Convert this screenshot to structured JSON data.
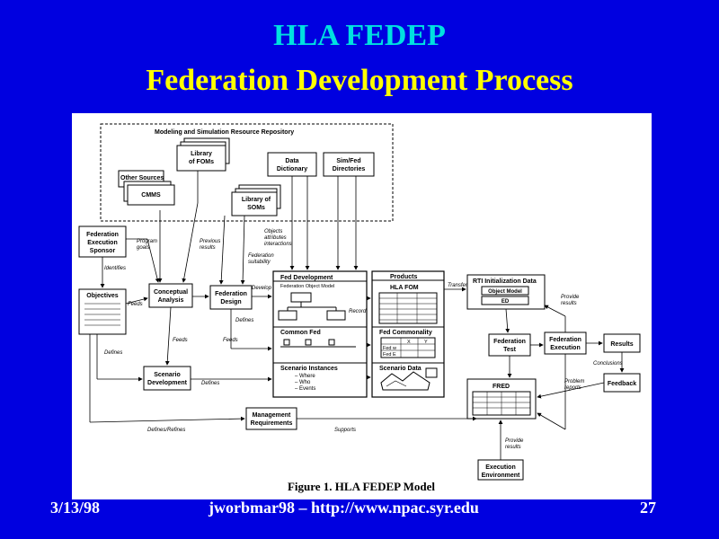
{
  "slide": {
    "title_line1": "HLA FEDEP",
    "title_line2": "Federation Development Process",
    "footer_date": "3/13/98",
    "footer_author": "jworbmar98 – http://www.npac.syr.edu",
    "footer_page": "27"
  },
  "figure": {
    "caption": "Figure 1. HLA FEDEP Model",
    "repository": "Modeling and Simulation Resource Repository",
    "library_foms": [
      "Library",
      "of FOMs"
    ],
    "other_sources": "Other Sources",
    "cmms": "CMMS",
    "data_dictionary": [
      "Data",
      "Dictionary"
    ],
    "simfed_directories": [
      "Sim/Fed",
      "Directories"
    ],
    "library_soms": [
      "Library of",
      "SOMs"
    ],
    "federation_sponsor": [
      "Federation",
      "Execution",
      "Sponsor"
    ],
    "objectives": "Objectives",
    "conceptual_analysis": [
      "Conceptual",
      "Analysis"
    ],
    "federation_design": [
      "Federation",
      "Design"
    ],
    "fed_development": "Fed Development",
    "federation_object_model": "Federation Object Model",
    "common_fed": "Common Fed",
    "scenario_instances": "Scenario Instances",
    "scenario_items": [
      "– Where",
      "– Who",
      "– Events"
    ],
    "products": "Products",
    "hla_fom": "HLA FOM",
    "fed_commonality": "Fed Commonality",
    "fed_rows": [
      "Fed w",
      "Fed E"
    ],
    "fed_cols": [
      "X",
      "Y"
    ],
    "scenario_data": "Scenario Data",
    "rti_init_data": "RTI Initialization Data",
    "object_model": "Object Model",
    "ed": "ED",
    "federation_test": [
      "Federation",
      "Test"
    ],
    "federation_execution": [
      "Federation",
      "Execution"
    ],
    "results": "Results",
    "feedback": "Feedback",
    "fred": "FRED",
    "scenario_development": [
      "Scenario",
      "Development"
    ],
    "management_requirements": [
      "Management",
      "Requirements"
    ],
    "execution_environment": [
      "Execution",
      "Environment"
    ],
    "labels": {
      "program_goals": [
        "Program",
        "goals"
      ],
      "previous_results1": [
        "Previous",
        "results"
      ],
      "objects_attributes": [
        "Objects",
        "attributes",
        "interactions"
      ],
      "federation_suitability": [
        "Federation",
        "suitability"
      ],
      "identifies": "Identifies",
      "feeds": "Feeds",
      "defines1": "Defines",
      "defines2": "Defines",
      "feeds2": "Feeds",
      "defines3": "Defines",
      "defines_refines": "Defines/Refines",
      "supports": "Supports",
      "develop": "Develop",
      "record": "Record",
      "transfer": "Transfer",
      "provide_results": [
        "Provide",
        "results"
      ],
      "conclusions": "Conclusions",
      "problem_reports": [
        "Problem",
        "reports"
      ],
      "provide_results2": [
        "Provide",
        "results"
      ],
      "feeds3": "Feeds"
    }
  }
}
